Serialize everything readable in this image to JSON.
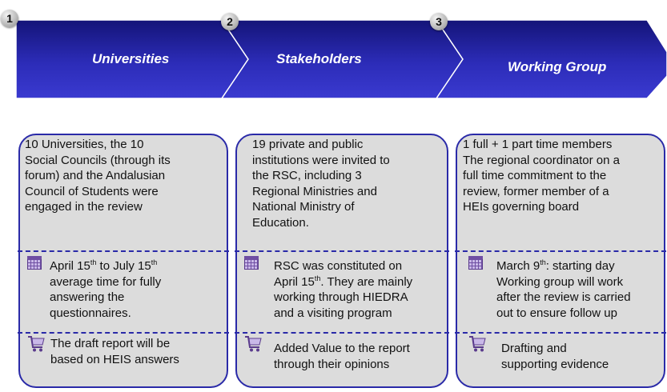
{
  "steps": [
    {
      "number": "1",
      "title": "Universities"
    },
    {
      "number": "2",
      "title": "Stakeholders"
    },
    {
      "number": "3",
      "title": "Working Group"
    }
  ],
  "columns": [
    {
      "top_lines": [
        "10 Universities, the 10",
        "Social Councils (through its",
        "forum) and the Andalusian",
        "Council of Students were",
        "engaged in the review"
      ],
      "timeline_parts": [
        {
          "type": "line",
          "pre": "April 15",
          "sup1": "th",
          "mid": " to July 15",
          "sup2": "th"
        },
        "average time for fully",
        "answering the",
        "questionnaires."
      ],
      "output_lines": [
        "The draft report will be",
        "based on HEIS answers"
      ]
    },
    {
      "top_lines": [
        "19 private and public",
        "institutions were invited to",
        "the RSC, including 3",
        "Regional Ministries and",
        "National Ministry of",
        "Education."
      ],
      "timeline_parts": [
        "RSC was constituted on",
        {
          "type": "line",
          "pre": "April 15",
          "sup1": "th",
          "mid": ". They are mainly",
          "sup2": ""
        },
        "working through HIEDRA",
        "and a visiting program"
      ],
      "output_lines": [
        "Added Value to the report",
        "through their opinions"
      ]
    },
    {
      "top_lines": [
        "1 full + 1 part time members",
        "The regional coordinator on a",
        "full time commitment to the",
        "review, former member of a",
        "HEIs governing board"
      ],
      "timeline_parts": [
        {
          "type": "line",
          "pre": "March 9",
          "sup1": "th",
          "mid": ": starting day",
          "sup2": ""
        },
        "Working group will work",
        "after the review is carried",
        "out to ensure follow up"
      ],
      "output_lines": [
        "Drafting and",
        "supporting evidence"
      ]
    }
  ],
  "colors": {
    "chevron_dark": "#141478",
    "chevron_light": "#3a3ad0",
    "border": "#2a2aa8",
    "panel": "#dcdcdc"
  },
  "icons": {
    "timeline": "calendar-icon",
    "output": "shopping-cart-icon"
  }
}
